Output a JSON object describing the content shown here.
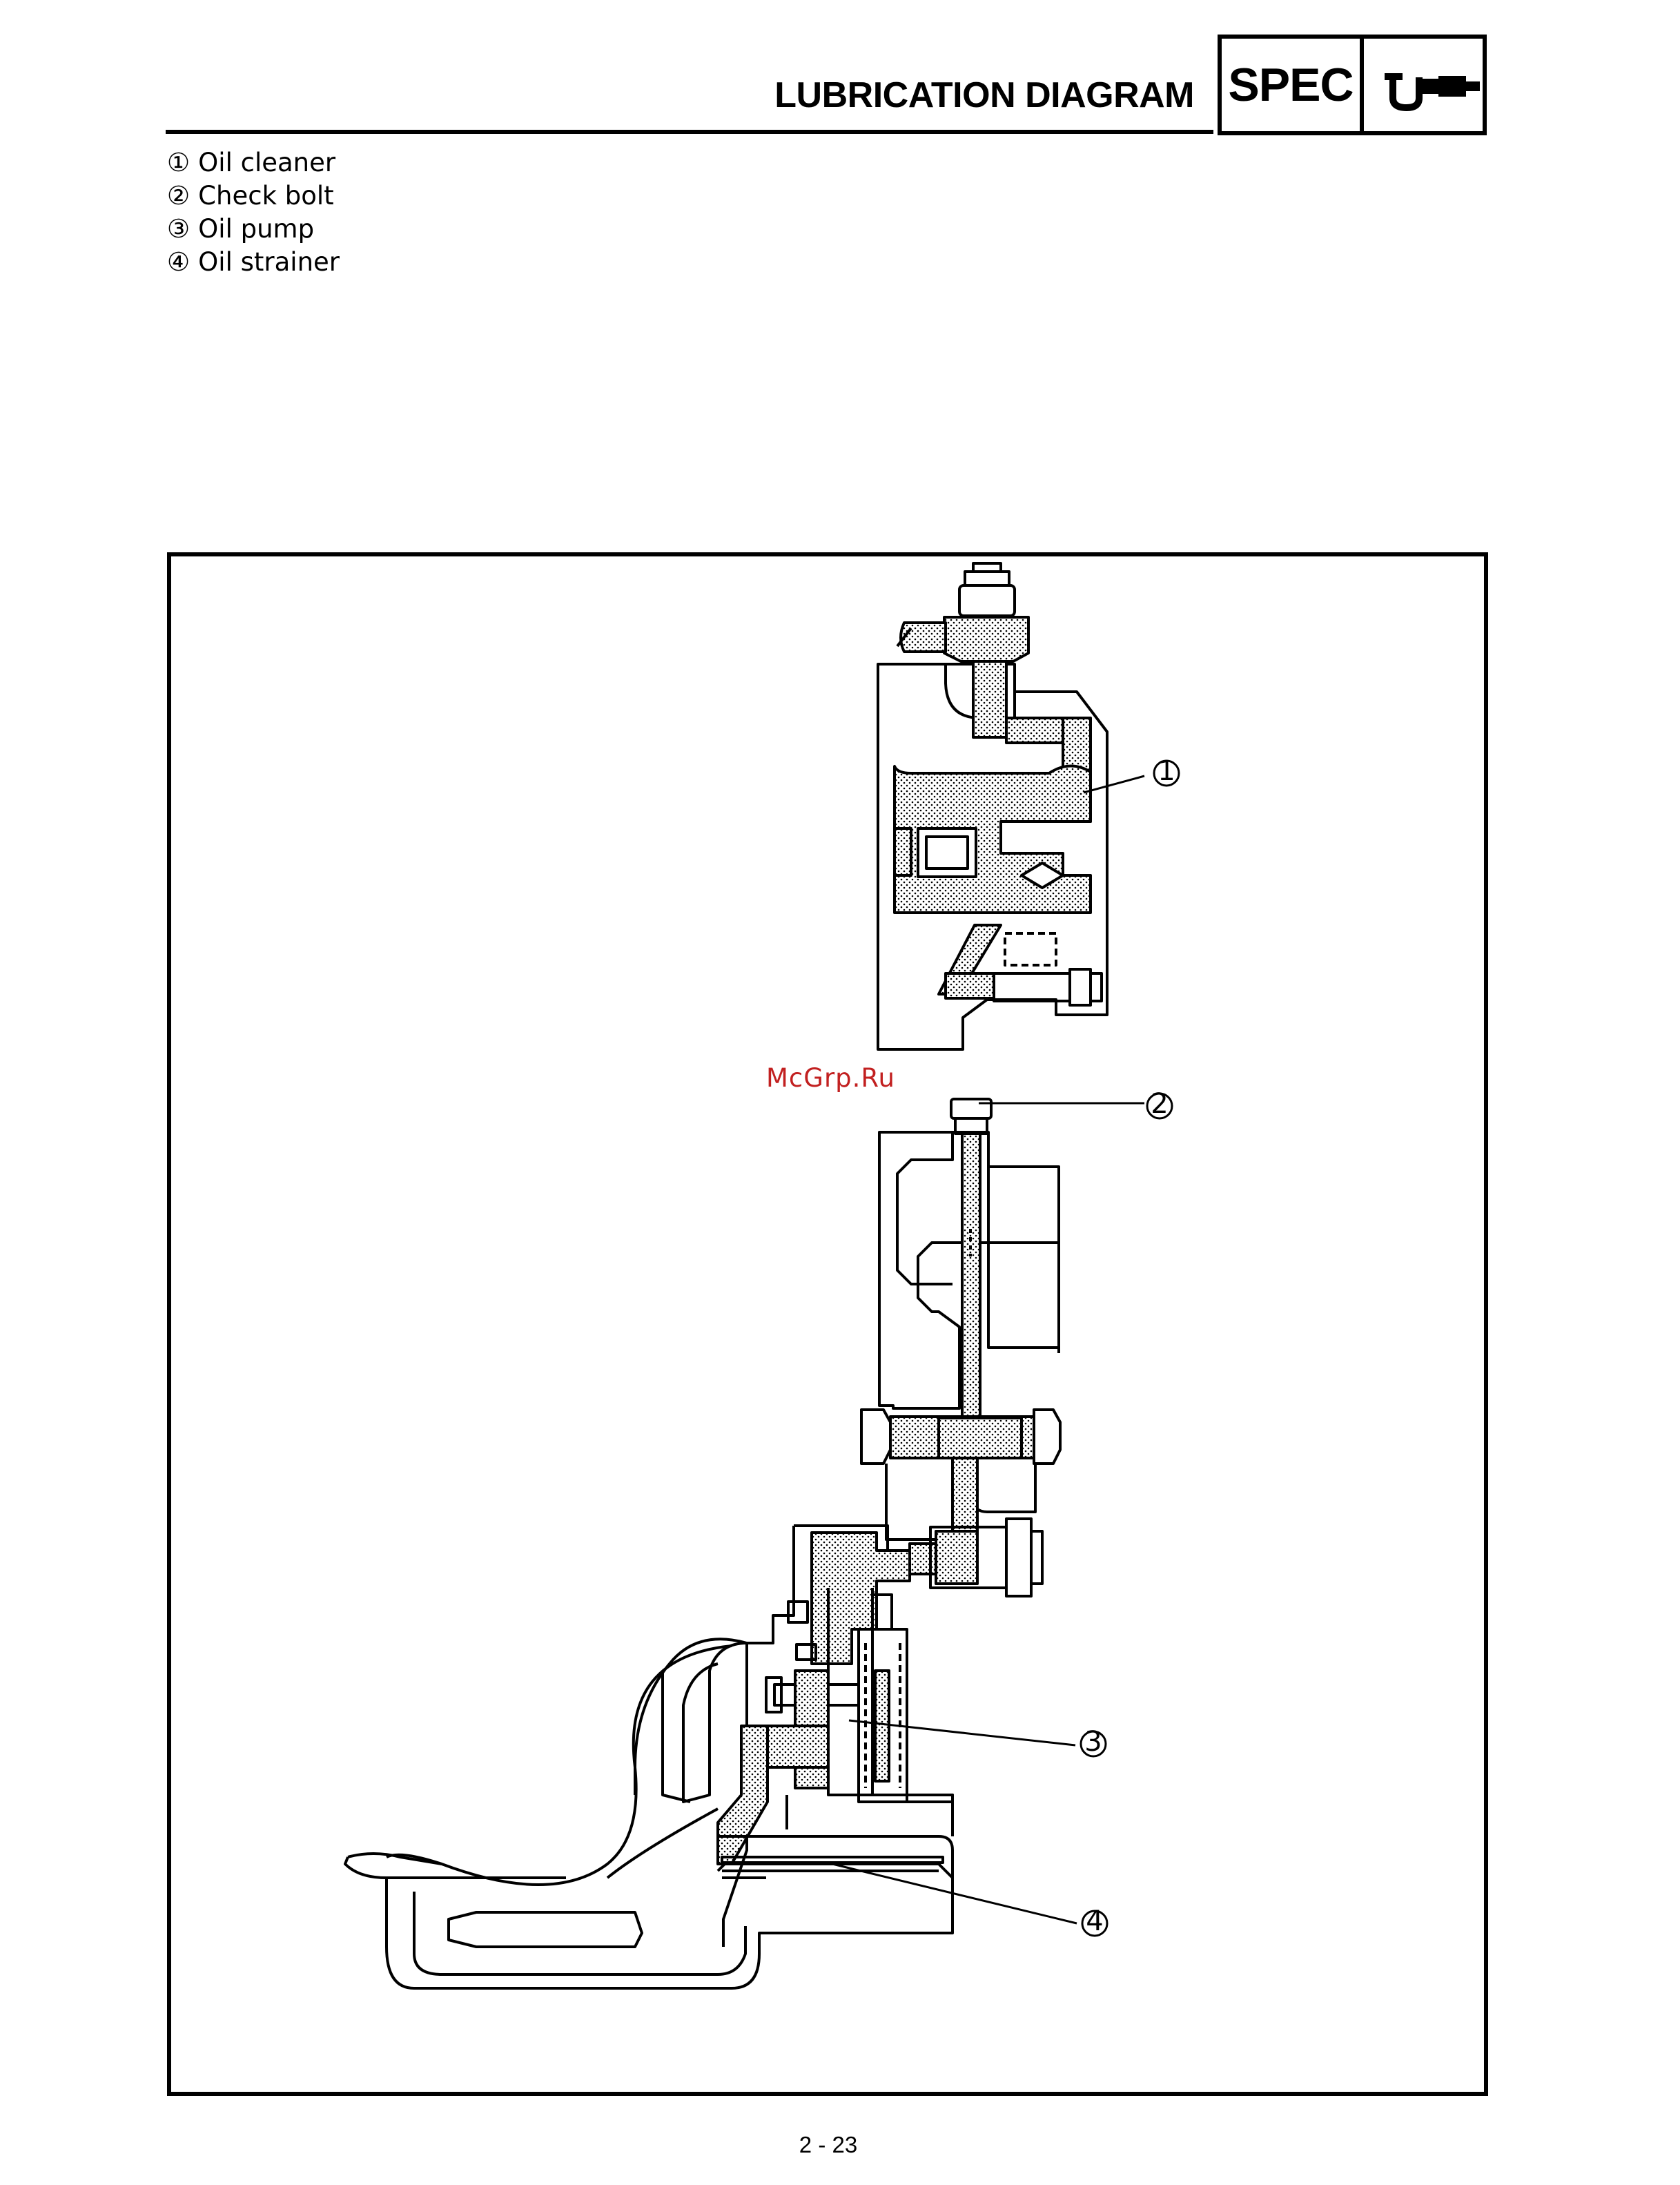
{
  "header": {
    "title": "LUBRICATION DIAGRAM",
    "section_label": "SPEC",
    "section_icon": "micrometer-icon"
  },
  "legend": {
    "items": [
      {
        "num": "①",
        "label": "Oil cleaner"
      },
      {
        "num": "②",
        "label": "Check bolt"
      },
      {
        "num": "③",
        "label": "Oil pump"
      },
      {
        "num": "④",
        "label": "Oil strainer"
      }
    ]
  },
  "diagram": {
    "callouts": [
      "①",
      "②",
      "③",
      "④"
    ],
    "watermark": "McGrp.Ru",
    "watermark_color": "#c22020",
    "oil_passage_fill": "stipple-dots"
  },
  "footer": {
    "page_number": "2 - 23"
  }
}
